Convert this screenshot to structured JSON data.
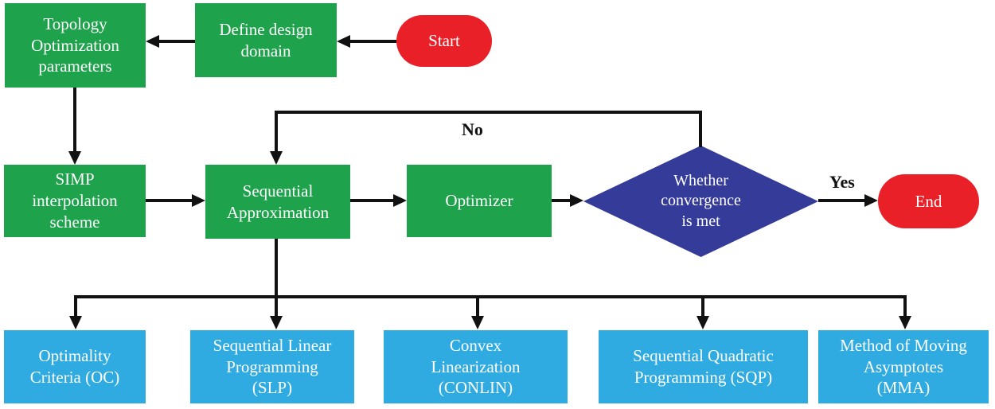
{
  "diagram": {
    "nodes": {
      "topology_params": {
        "label": "Topology\nOptimization\nparameters",
        "type": "process"
      },
      "define_domain": {
        "label": "Define design\ndomain",
        "type": "process"
      },
      "start": {
        "label": "Start",
        "type": "terminator"
      },
      "simp": {
        "label": "SIMP\ninterpolation\nscheme",
        "type": "process"
      },
      "seq_approx": {
        "label": "Sequential\nApproximation",
        "type": "process"
      },
      "optimizer": {
        "label": "Optimizer",
        "type": "process"
      },
      "convergence": {
        "label": "Whether\nconvergence\nis met",
        "type": "decision"
      },
      "end": {
        "label": "End",
        "type": "terminator"
      },
      "oc": {
        "label": "Optimality\nCriteria (OC)",
        "type": "method"
      },
      "slp": {
        "label": "Sequential Linear\nProgramming\n(SLP)",
        "type": "method"
      },
      "conlin": {
        "label": "Convex\nLinearization\n(CONLIN)",
        "type": "method"
      },
      "sqp": {
        "label": "Sequential Quadratic\nProgramming (SQP)",
        "type": "method"
      },
      "mma": {
        "label": "Method of Moving\nAsymptotes\n(MMA)",
        "type": "method"
      }
    },
    "edge_labels": {
      "no": "No",
      "yes": "Yes"
    },
    "edges": [
      {
        "from": "start",
        "to": "define_domain"
      },
      {
        "from": "define_domain",
        "to": "topology_params"
      },
      {
        "from": "topology_params",
        "to": "simp"
      },
      {
        "from": "simp",
        "to": "seq_approx"
      },
      {
        "from": "seq_approx",
        "to": "optimizer"
      },
      {
        "from": "optimizer",
        "to": "convergence"
      },
      {
        "from": "convergence",
        "to": "end",
        "label": "Yes"
      },
      {
        "from": "convergence",
        "to": "seq_approx",
        "label": "No"
      },
      {
        "from": "seq_approx",
        "to": "oc"
      },
      {
        "from": "seq_approx",
        "to": "slp"
      },
      {
        "from": "seq_approx",
        "to": "conlin"
      },
      {
        "from": "seq_approx",
        "to": "sqp"
      },
      {
        "from": "seq_approx",
        "to": "mma"
      }
    ],
    "colors": {
      "green": "#1EA24C",
      "red": "#E92028",
      "navy": "#343B99",
      "blue": "#2FABE1",
      "line": "#111111",
      "label": "#111111"
    }
  }
}
